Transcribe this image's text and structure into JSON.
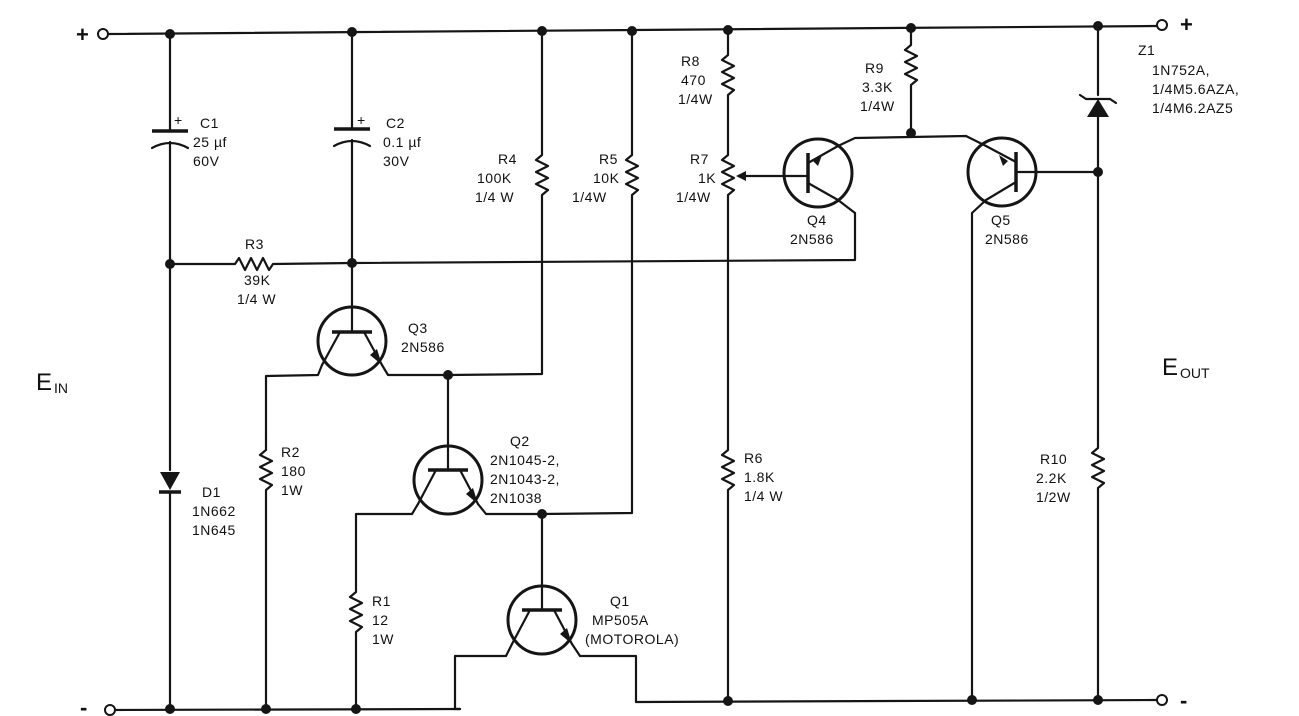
{
  "terminals": {
    "in_plus": "+",
    "in_minus": "-",
    "out_plus": "+",
    "out_minus": "-"
  },
  "ports": {
    "ein": {
      "main": "E",
      "sub": "IN"
    },
    "eout": {
      "main": "E",
      "sub": "OUT"
    }
  },
  "components": {
    "c1": {
      "polarity": "+",
      "lines": [
        "C1",
        "25 µf",
        "60V"
      ]
    },
    "c2": {
      "polarity": "+",
      "lines": [
        "C2",
        "0.1 µf",
        "30V"
      ]
    },
    "r1": {
      "lines": [
        "R1",
        "12",
        "1W"
      ]
    },
    "r2": {
      "lines": [
        "R2",
        "180",
        "1W"
      ]
    },
    "r3": {
      "lines": [
        "R3",
        "39K",
        "1/4 W"
      ]
    },
    "r4": {
      "lines": [
        "R4",
        "100K",
        "1/4 W"
      ]
    },
    "r5": {
      "lines": [
        "R5",
        "10K",
        "1/4W"
      ]
    },
    "r6": {
      "lines": [
        "R6",
        "1.8K",
        "1/4 W"
      ]
    },
    "r7": {
      "lines": [
        "R7",
        "1K",
        "1/4W"
      ]
    },
    "r8": {
      "lines": [
        "R8",
        "470",
        "1/4W"
      ]
    },
    "r9": {
      "lines": [
        "R9",
        "3.3K",
        "1/4W"
      ]
    },
    "r10": {
      "lines": [
        "R10",
        "2.2K",
        "1/2W"
      ]
    },
    "d1": {
      "lines": [
        "D1",
        "1N662",
        "1N645"
      ]
    },
    "z1": {
      "lines": [
        "Z1",
        "1N752A,",
        "1/4M5.6AZA,",
        "1/4M6.2AZ5"
      ]
    },
    "q1": {
      "lines": [
        "Q1",
        "MP505A",
        "(MOTOROLA)"
      ]
    },
    "q2": {
      "lines": [
        "Q2",
        "2N1045-2,",
        "2N1043-2,",
        "2N1038"
      ]
    },
    "q3": {
      "lines": [
        "Q3",
        "2N586"
      ]
    },
    "q4": {
      "lines": [
        "Q4",
        "2N586"
      ]
    },
    "q5": {
      "lines": [
        "Q5",
        "2N586"
      ]
    }
  },
  "colors": {
    "ink": "#151515",
    "paper": "#ffffff"
  }
}
